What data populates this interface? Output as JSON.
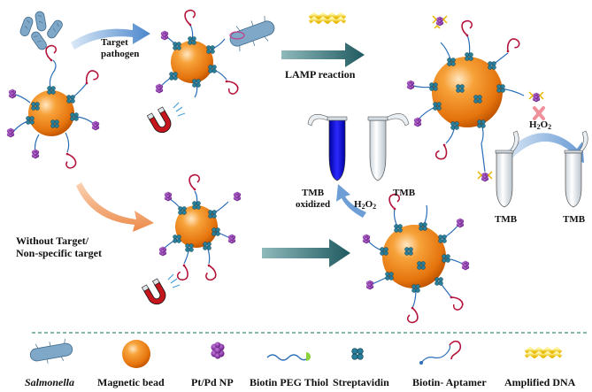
{
  "labels": {
    "target_pathogen": [
      "Target",
      "pathogen"
    ],
    "lamp_reaction": "LAMP reaction",
    "tmb_oxidized": [
      "TMB",
      "oxidized"
    ],
    "h2o2_mid": {
      "base": "H",
      "sub1": "2",
      "mid": "O",
      "sub2": "2"
    },
    "tmb_mid": "TMB",
    "h2o2_right": {
      "base": "H",
      "sub1": "2",
      "mid": "O",
      "sub2": "2"
    },
    "tmb_right_1": "TMB",
    "tmb_right_2": "TMB",
    "without_target": [
      "Without Target/",
      "Non-specific target"
    ]
  },
  "legend": {
    "salmonella": "Salmonella",
    "magnetic_bead": "Magnetic bead",
    "ptpd_np": "Pt/Pd NP",
    "biotin_peg_thiol": "Biotin PEG Thiol",
    "streptavidin": "Streptavidin",
    "biotin_aptamer": "Biotin- Aptamer",
    "amplified_dna": "Amplified DNA"
  },
  "colors": {
    "bead": "#f08a1c",
    "bead_dark": "#c85a00",
    "arrow_teal": "#2f6a6e",
    "arrow_blue": "#6d9fd6",
    "arrow_orange": "#f2a36b",
    "aptamer": "#b3123a",
    "linker": "#2c6fb8",
    "streptavidin": "#2a7f9a",
    "ptpd": "#6b1e8a",
    "dna": "#f3d21a",
    "blue_solution": "#1111cc",
    "legend_divider": "#3a8f7a"
  },
  "icons": [
    "salmonella-icon",
    "magnetic-bead-icon",
    "ptpd-np-icon",
    "biotin-peg-thiol-icon",
    "streptavidin-icon",
    "biotin-aptamer-icon",
    "amplified-dna-icon",
    "magnet-icon",
    "tube-icon"
  ]
}
